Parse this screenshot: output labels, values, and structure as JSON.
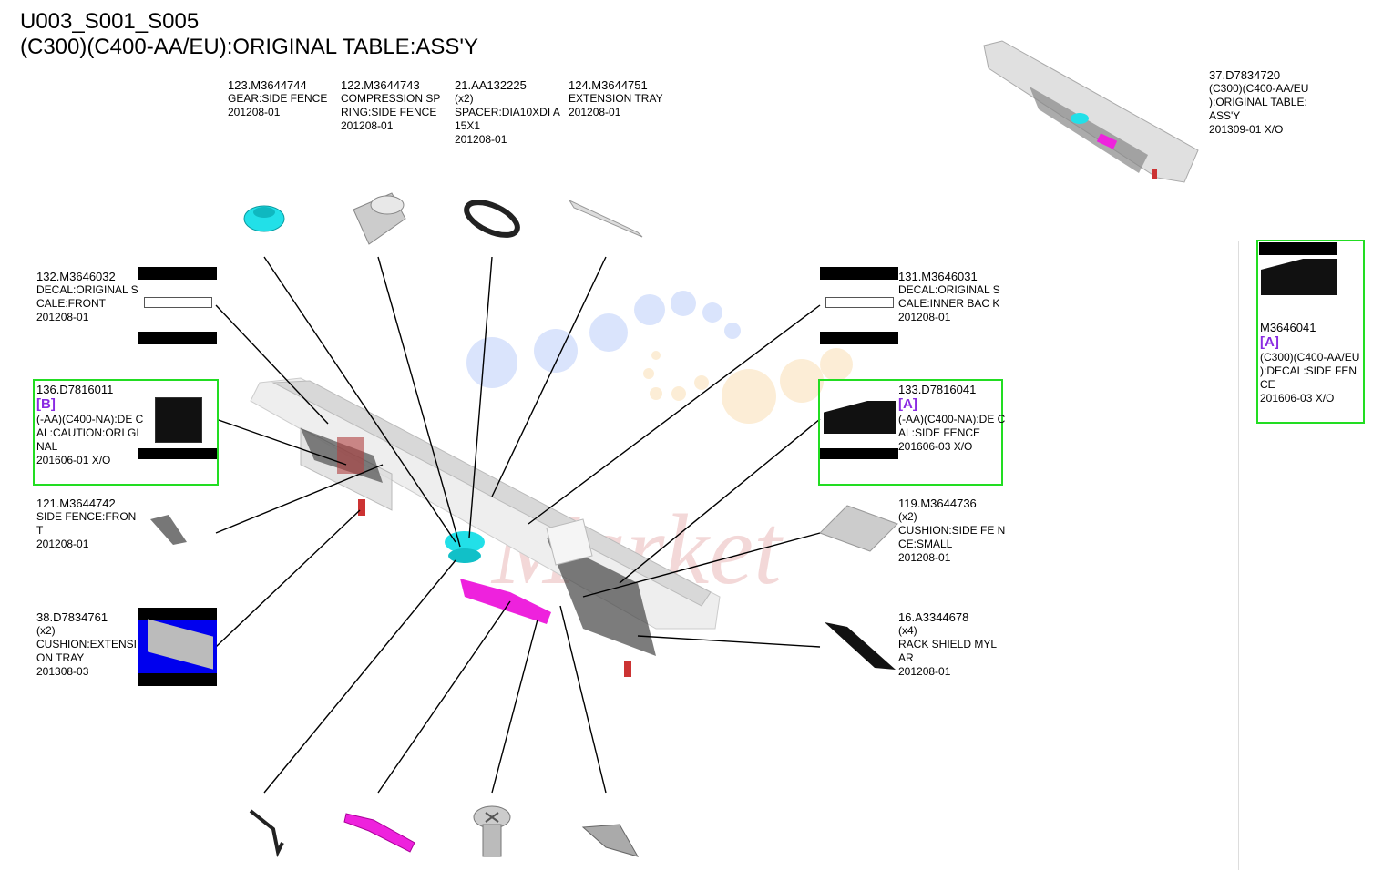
{
  "header": {
    "line1": "U003_S001_S005",
    "line2": "(C300)(C400-AA/EU):ORIGINAL TABLE:ASS'Y"
  },
  "parts": {
    "p123": {
      "num": "123.M3644744",
      "name": "GEAR:SIDE FENCE",
      "date": "201208-01"
    },
    "p122": {
      "num": "122.M3644743",
      "name": "COMPRESSION SP RING:SIDE FENCE",
      "date": "201208-01"
    },
    "p21": {
      "num": "21.AA132225",
      "qty": "(x2)",
      "name": "SPACER:DIA10XDI A15X1",
      "date": "201208-01"
    },
    "p124": {
      "num": "124.M3644751",
      "name": "EXTENSION TRAY",
      "date": "201208-01"
    },
    "p37": {
      "num": "37.D7834720",
      "name": "(C300)(C400-AA/EU ):ORIGINAL TABLE: ASS'Y",
      "date": "201309-01 X/O"
    },
    "p132": {
      "num": "132.M3646032",
      "name": "DECAL:ORIGINAL SCALE:FRONT",
      "date": "201208-01"
    },
    "p131": {
      "num": "131.M3646031",
      "name": "DECAL:ORIGINAL SCALE:INNER BAC K",
      "date": "201208-01"
    },
    "p136": {
      "num": "136.D7816011",
      "tag": "[B]",
      "name": "(-AA)(C400-NA):DE CAL:CAUTION:ORI GINAL",
      "date": "201606-01 X/O"
    },
    "p133": {
      "num": "133.D7816041",
      "tag": "[A]",
      "name": "(-AA)(C400-NA):DE CAL:SIDE FENCE",
      "date": "201606-03 X/O"
    },
    "pm": {
      "num": "M3646041",
      "tag": "[A]",
      "name": "(C300)(C400-AA/EU ):DECAL:SIDE FEN CE",
      "date": "201606-03 X/O"
    },
    "p121": {
      "num": "121.M3644742",
      "name": "SIDE FENCE:FRON T",
      "date": "201208-01"
    },
    "p119": {
      "num": "119.M3644736",
      "qty": "(x2)",
      "name": "CUSHION:SIDE FE NCE:SMALL",
      "date": "201208-01"
    },
    "p38": {
      "num": "38.D7834761",
      "qty": "(x2)",
      "name": "CUSHION:EXTENSI ON TRAY",
      "date": "201308-03"
    },
    "p16": {
      "num": "16.A3344678",
      "qty": "(x4)",
      "name": "RACK SHIELD MYL AR",
      "date": "201208-01"
    }
  },
  "colors": {
    "highlight": "#22dd22",
    "tag": "#8a2be2",
    "accent_cyan": "#22e0e8",
    "accent_magenta": "#ee22dd"
  }
}
